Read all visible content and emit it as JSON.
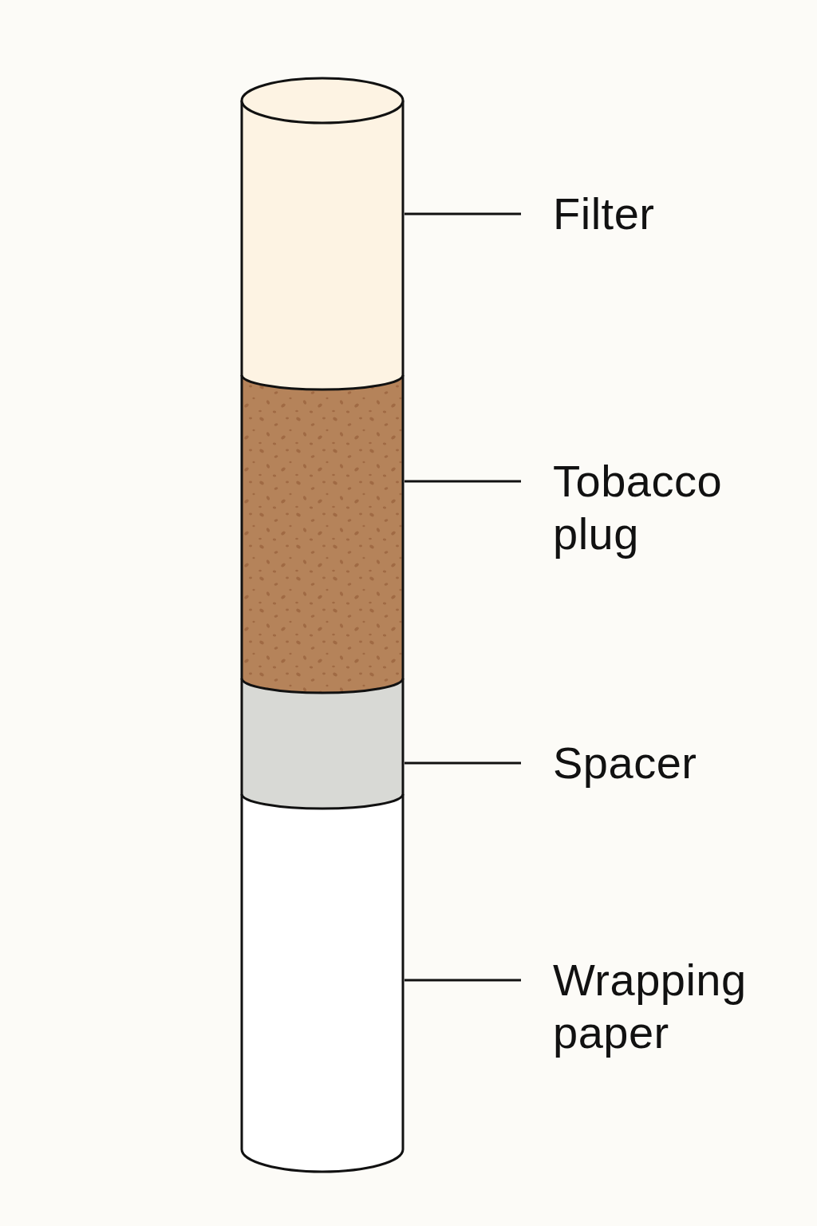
{
  "diagram": {
    "labels": [
      "Filter",
      "Tobacco plug",
      "Spacer",
      "Wrapping paper"
    ]
  }
}
